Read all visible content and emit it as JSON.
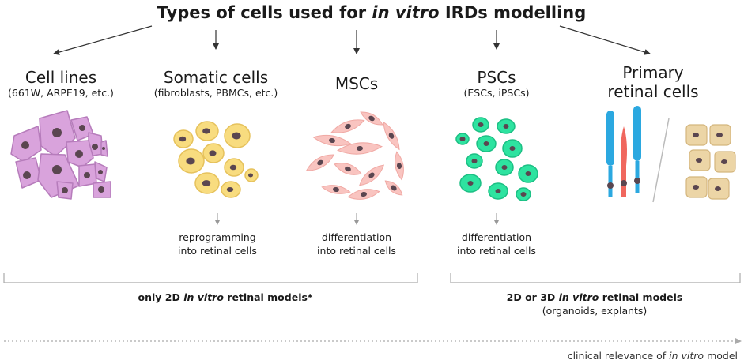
{
  "title": {
    "prefix": "Types of cells used for ",
    "italic": "in vitro",
    "suffix": " IRDs modelling"
  },
  "columns": [
    {
      "id": "cell-lines",
      "title": "Cell lines",
      "subtitle": "(661W, ARPE19, etc.)",
      "process_line1": "",
      "process_line2": ""
    },
    {
      "id": "somatic",
      "title": "Somatic cells",
      "subtitle": "(fibroblasts, PBMCs, etc.)",
      "process_line1": "reprogramming",
      "process_line2": "into retinal cells"
    },
    {
      "id": "mscs",
      "title": "MSCs",
      "subtitle": "",
      "process_line1": "differentiation",
      "process_line2": "into retinal cells"
    },
    {
      "id": "pscs",
      "title": "PSCs",
      "subtitle": "(ESCs, iPSCs)",
      "process_line1": "differentiation",
      "process_line2": "into retinal cells"
    },
    {
      "id": "primary",
      "title_line1": "Primary",
      "title_line2": "retinal cells"
    }
  ],
  "brackets": {
    "left": {
      "prefix": "only 2D ",
      "italic": "in vitro",
      "suffix": " retinal models*"
    },
    "right": {
      "prefix": "2D or 3D ",
      "italic": "in vitro",
      "suffix": " retinal models",
      "subtitle": "(organoids, explants)"
    }
  },
  "relevance": {
    "prefix": "clinical relevance of ",
    "italic": "in vitro",
    "suffix": " model"
  },
  "colors": {
    "cell_line_fill": "#d9a3dc",
    "cell_line_stroke": "#b67cbb",
    "somatic_fill": "#f8dc7f",
    "somatic_stroke": "#e6c25c",
    "msc_fill": "#f9c4c0",
    "psc_fill": "#2ee3a0",
    "psc_stroke": "#1cbf84",
    "rod_blue": "#2ba8e0",
    "cone_red": "#f0675e",
    "rpe_fill": "#ecd5a6",
    "nucleus": "#5a4650"
  }
}
